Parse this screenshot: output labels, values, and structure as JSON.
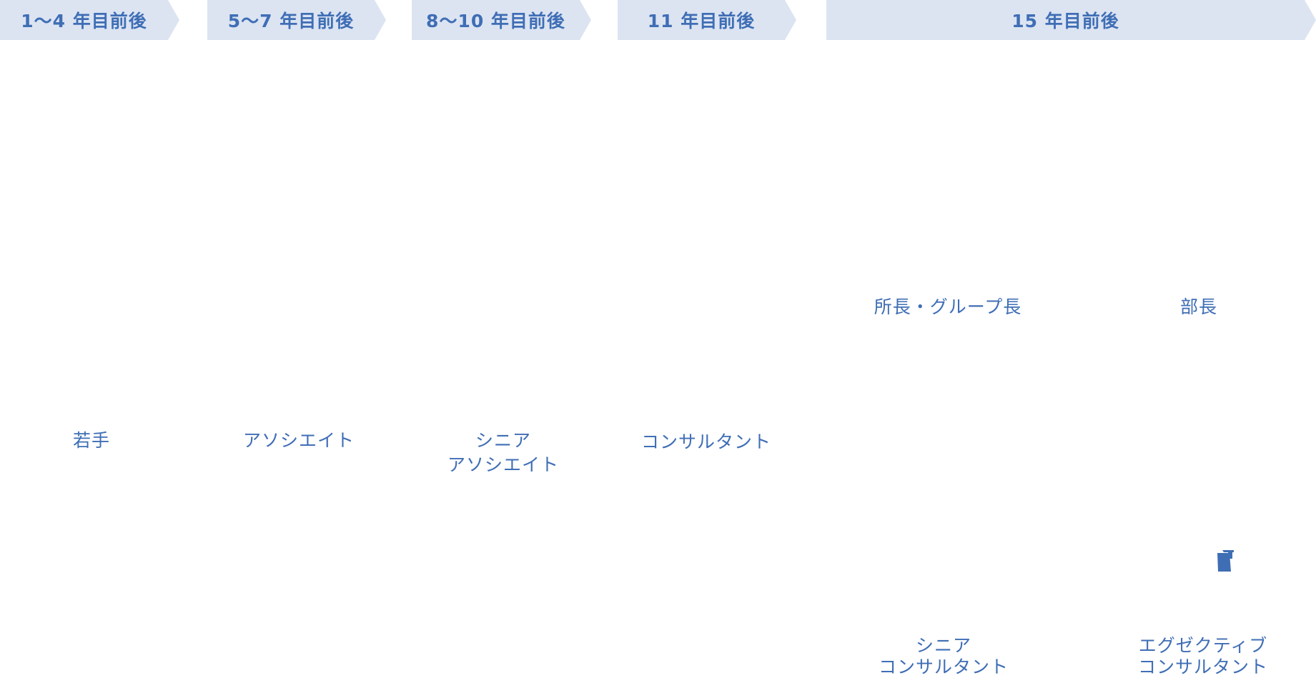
{
  "phases": [
    {
      "label": "1～4 年目前後"
    },
    {
      "label": "5～7 年目前後"
    },
    {
      "label": "8～10 年目前後"
    },
    {
      "label": "11 年目前後"
    },
    {
      "label": "15 年目前後"
    }
  ],
  "roles": {
    "young": {
      "line1": "若手"
    },
    "associate": {
      "line1": "アソシエイト"
    },
    "senior_associate": {
      "line1": "シニア",
      "line2": "アソシエイト"
    },
    "consultant": {
      "line1": "コンサルタント"
    },
    "office_manager": {
      "line1": "所長・グループ長"
    },
    "department_head": {
      "line1": "部長"
    },
    "senior_consultant": {
      "line1": "シニア",
      "line2": "コンサルタント"
    },
    "executive_consultant": {
      "line1": "エグゼクティブ",
      "line2": "コンサルタント"
    }
  },
  "icons": {
    "accent_icon": "document-icon"
  },
  "colors": {
    "text": "#3f6eb5",
    "phase_band": "#dce4f2"
  }
}
